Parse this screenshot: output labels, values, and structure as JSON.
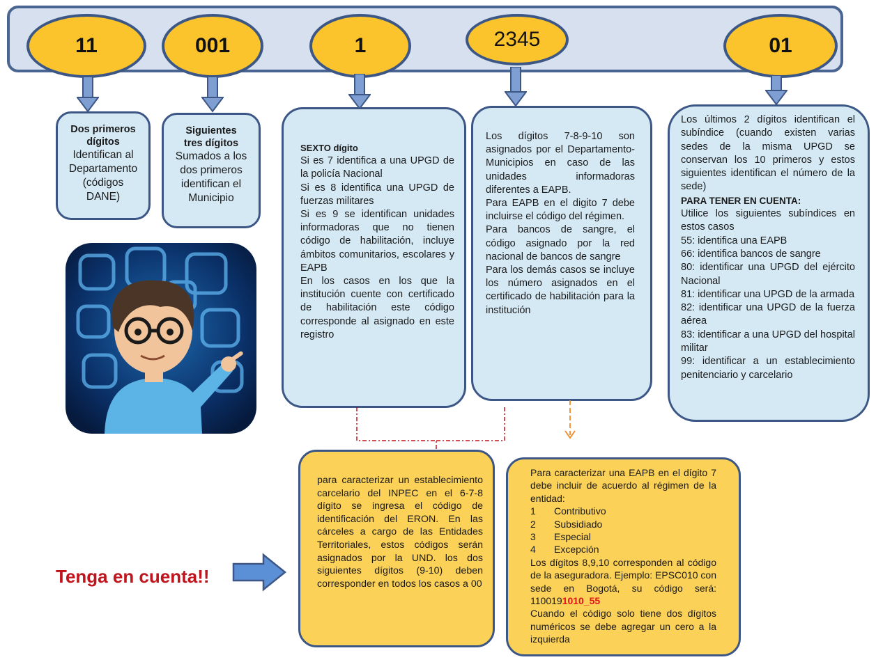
{
  "codes": [
    "11",
    "001",
    "1",
    "2345",
    "01"
  ],
  "box1": {
    "title": "Dos primeros dígitos",
    "body": [
      "Identifican al",
      "Departamento",
      "(códigos",
      "DANE)"
    ]
  },
  "box2": {
    "title": "Siguientes tres dígitos",
    "body": [
      "Sumados a los",
      "dos primeros",
      "identifican el",
      "Municipio"
    ]
  },
  "box3": {
    "title": "SEXTO dígito",
    "lines": [
      "Si es 7 identifica a una UPGD de la policía Nacional",
      "Si es 8 identifica una UPGD de fuerzas militares",
      "Si es 9 se identifican unidades informadoras que no tienen código de habilitación, incluye ámbitos comunitarios, escolares y EAPB",
      "En los casos en los que la institución cuente con certificado de habilitación este código corresponde al asignado en este registro"
    ]
  },
  "box4": {
    "lines": [
      "Los dígitos 7-8-9-10 son asignados por el Departamento- Municipios en caso de las unidades informadoras diferentes a EAPB.",
      "Para EAPB en el digito 7 debe incluirse el código del régimen.",
      "Para bancos de sangre, el código asignado por la red nacional de bancos de sangre",
      "Para los demás casos se incluye los número asignados en el certificado de habilitación para la institución"
    ]
  },
  "box5": {
    "intro": "Los últimos 2 dígitos identifican el subíndice (cuando existen varias sedes de la misma UPGD se conservan los 10 primeros y estos siguientes identifican el número de la sede)",
    "heading": "PARA TENER EN CUENTA:",
    "lines": [
      "Utilice los siguientes subíndices en estos casos",
      "55: identifica una EAPB",
      "66: identifica bancos de sangre",
      "80: identificar una UPGD del ejército Nacional",
      "81: identificar una UPGD de la armada",
      "82: identificar una UPGD de la fuerza aérea",
      "83: identificar a una UPGD del hospital militar",
      "99: identificar a un establecimiento penitenciario y carcelario"
    ]
  },
  "note1": "para caracterizar un establecimiento carcelario del INPEC en el 6-7-8 dígito se ingresa el código de identificación del ERON. En las cárceles a cargo de las Entidades Territoriales, estos códigos serán asignados por la UND. los dos siguientes dígitos (9-10) deben corresponder en todos los casos a 00",
  "note2": {
    "intro": "Para caracterizar una EAPB en el dígito 7 debe incluir de acuerdo al régimen de la entidad:",
    "items": [
      {
        "num": "1",
        "label": "Contributivo"
      },
      {
        "num": "2",
        "label": "Subsidiado"
      },
      {
        "num": "3",
        "label": "Especial"
      },
      {
        "num": "4",
        "label": "Excepción"
      }
    ],
    "p2": "Los dígitos 8,9,10 corresponden al código de la aseguradora. Ejemplo: EPSC010 con sede en Bogotá, su código será:",
    "code_black": "110019",
    "code_red": "1010_55",
    "p3": "Cuando el código solo tiene dos dígitos numéricos se debe agregar un cero a la izquierda"
  },
  "callout": "Tenga en cuenta!!"
}
